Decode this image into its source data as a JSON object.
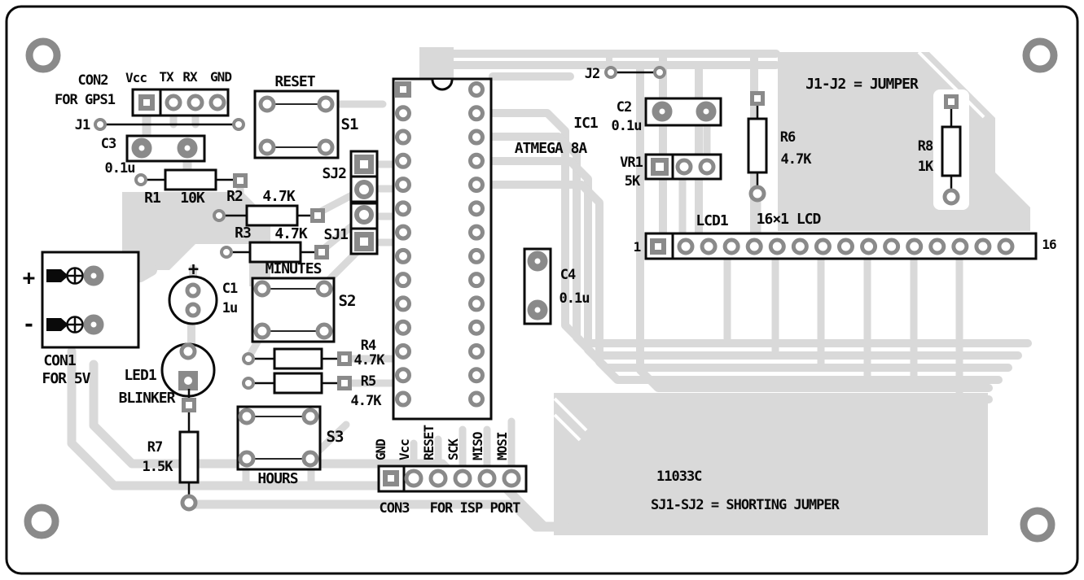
{
  "board": {
    "code": "11033C",
    "note_jumper": "J1-J2 = JUMPER",
    "note_shorting": "SJ1-SJ2 = SHORTING JUMPER"
  },
  "colors": {
    "trace": "#d9d9d9",
    "pad": "#8a8a8a",
    "silk": "#0a0a0a",
    "board": "#ffffff"
  },
  "con2": {
    "ref": "CON2",
    "desc": "FOR GPS1",
    "pin1": "Vcc",
    "pin2": "TX",
    "pin3": "RX",
    "pin4": "GND"
  },
  "con1": {
    "ref": "CON1",
    "desc": "FOR 5V",
    "plus": "+",
    "minus": "-"
  },
  "con3": {
    "ref": "CON3",
    "desc": "FOR ISP PORT",
    "pin1": "GND",
    "pin2": "Vcc",
    "pin3": "RESET",
    "pin4": "SCK",
    "pin5": "MISO",
    "pin6": "MOSI"
  },
  "lcd": {
    "ref": "LCD1",
    "desc": "16×1 LCD",
    "pin_first": "1",
    "pin_last": "16"
  },
  "ic": {
    "ref": "IC1",
    "part": "ATMEGA 8A"
  },
  "j1": {
    "ref": "J1"
  },
  "j2": {
    "ref": "J2"
  },
  "sj1": {
    "ref": "SJ1"
  },
  "sj2": {
    "ref": "SJ2"
  },
  "r1": {
    "ref": "R1",
    "val": "10K"
  },
  "r2": {
    "ref": "R2",
    "val": "4.7K"
  },
  "r3": {
    "ref": "R3",
    "val": "4.7K"
  },
  "r4": {
    "ref": "R4",
    "val": "4.7K"
  },
  "r5": {
    "ref": "R5",
    "val": "4.7K"
  },
  "r6": {
    "ref": "R6",
    "val": "4.7K"
  },
  "r7": {
    "ref": "R7",
    "val": "1.5K"
  },
  "r8": {
    "ref": "R8",
    "val": "1K"
  },
  "c1": {
    "ref": "C1",
    "val": "1u",
    "plus": "+"
  },
  "c2": {
    "ref": "C2",
    "val": "0.1u"
  },
  "c3": {
    "ref": "C3",
    "val": "0.1u"
  },
  "c4": {
    "ref": "C4",
    "val": "0.1u"
  },
  "vr1": {
    "ref": "VR1",
    "val": "5K"
  },
  "led1": {
    "ref": "LED1",
    "desc": "BLINKER"
  },
  "s1": {
    "ref": "S1",
    "label": "RESET"
  },
  "s2": {
    "ref": "S2",
    "label": "MINUTES"
  },
  "s3": {
    "ref": "S3",
    "label": "HOURS"
  }
}
